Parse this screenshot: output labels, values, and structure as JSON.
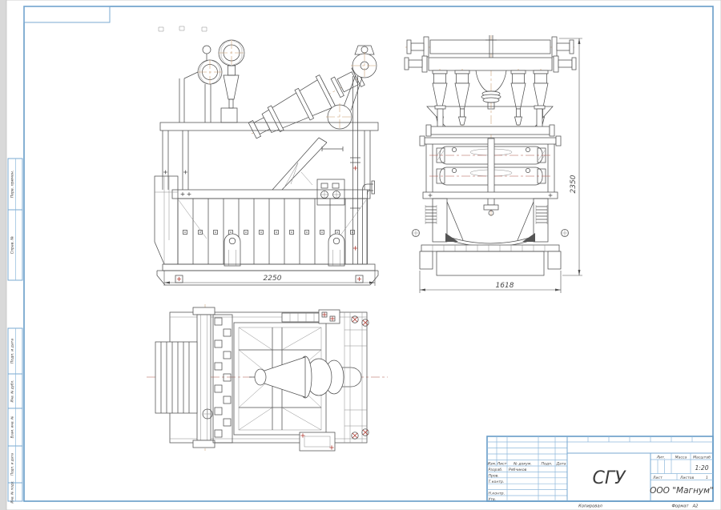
{
  "colors": {
    "frame_blue": "#679cc8",
    "grid_blue": "#8fb9dc",
    "line_gray": "#4f4f4f",
    "centerline_red": "#ad5348",
    "centerline_tan": "#c79a6b",
    "paper": "#ffffff"
  },
  "margin_labels": [
    {
      "text": "Перв. примен."
    },
    {
      "text": "Справ. №"
    },
    {
      "text": "Подп. и дата"
    },
    {
      "text": "Инв. № дубл."
    },
    {
      "text": "Взам. инв. №"
    },
    {
      "text": "Подп. и дата"
    },
    {
      "text": "Инв. № подл."
    }
  ],
  "title_block": {
    "col_izm": "Изм.",
    "col_list": "Лист",
    "col_doc": "№ докум.",
    "col_podp": "Подп.",
    "col_data": "Дата",
    "razrab_label": "Разраб.",
    "razrab_value": "Рябчиков",
    "prov_label": "Пров.",
    "tkontr_label": "Т.контр.",
    "nkontr_label": "Н.контр.",
    "utv_label": "Утв.",
    "doc_title": "СГУ",
    "lit_label": "Лит.",
    "mass_label": "Масса",
    "scale_label": "Масштаб",
    "scale_value": "1:20",
    "sheet_label": "Лист",
    "sheets_label": "Листов",
    "sheets_value": "1",
    "org_name": "ООО \"Магнум\""
  },
  "footer": {
    "copied_by": "Копировал",
    "format_label": "Формат",
    "format_value": "А2"
  },
  "dimensions": {
    "front_width": "2250",
    "end_width": "1618",
    "overall_height": "2350"
  }
}
